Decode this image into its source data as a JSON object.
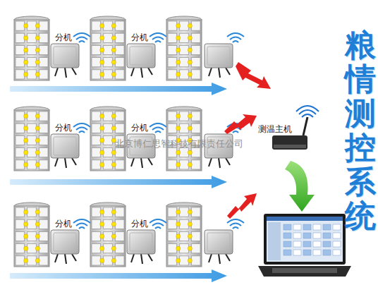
{
  "diagram": {
    "title": "粮情测控系统",
    "nodes": [
      {
        "text": [
          "分机"
        ]
      },
      {
        "text": [
          "分机"
        ]
      },
      {
        "text": [
          "分机"
        ]
      },
      {
        "text": [
          "分机"
        ]
      },
      {
        "text": [
          "测温主机"
        ]
      },
      {
        "text": [
          "分机"
        ]
      },
      {
        "text": [
          "分机"
        ]
      }
    ],
    "labels": [
      "北京博仁思智科技有限责任公司"
    ]
  }
}
